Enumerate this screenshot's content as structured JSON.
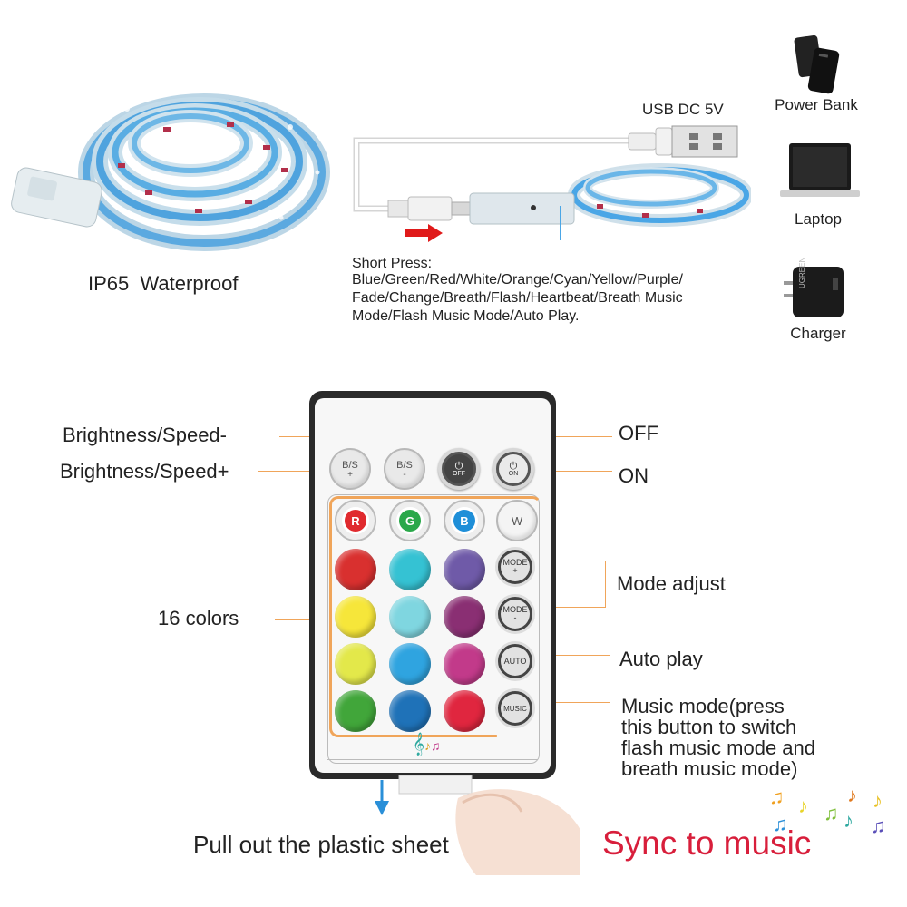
{
  "top": {
    "waterproof_label": "IP65  Waterproof",
    "usb_label": "USB DC 5V",
    "short_press_title": "Short Press:",
    "short_press_lines": [
      "Blue/Green/Red/White/Orange/Cyan/Yellow/Purple/",
      "Fade/Change/Breath/Flash/Heartbeat/Breath Music",
      "Mode/Flash Music Mode/Auto Play."
    ],
    "devices": [
      {
        "label": "Power Bank",
        "icon": "power-bank-icon"
      },
      {
        "label": "Laptop",
        "icon": "laptop-icon"
      },
      {
        "label": "Charger",
        "icon": "charger-icon"
      }
    ],
    "charger_brand": "UGREEN"
  },
  "remote": {
    "labels": {
      "brightness_minus": "Brightness/Speed-",
      "brightness_plus": "Brightness/Speed+",
      "off": "OFF",
      "on": "ON",
      "colors16": "16 colors",
      "mode_adjust": "Mode adjust",
      "auto_play": "Auto play",
      "music_mode_lines": [
        "Music mode(press",
        "this button to switch",
        "flash music mode and",
        "breath music mode)"
      ]
    },
    "buttons": {
      "bs_plus": "B/S",
      "bs_plus_sign": "+",
      "bs_minus": "B/S",
      "bs_minus_sign": "-",
      "off": "OFF",
      "on": "ON",
      "r": "R",
      "g": "G",
      "b": "B",
      "w": "W",
      "mode_plus": "MODE",
      "mode_plus_sign": "+",
      "mode_minus": "MODE",
      "mode_minus_sign": "-",
      "auto": "AUTO",
      "music": "MUSIC"
    },
    "color_grid": [
      [
        "#d9302f",
        "#35c2d3",
        "#6f5aa8"
      ],
      [
        "#f6e63a",
        "#7fd6e0",
        "#8a2f73"
      ],
      [
        "#e3e84a",
        "#2fa4e0",
        "#c23a8a"
      ],
      [
        "#41a63a",
        "#1f72b8",
        "#e0263f"
      ]
    ],
    "accent_orange": "#f0a55a"
  },
  "bottom": {
    "pull_label": "Pull out the plastic sheet",
    "sync_label": "Sync to music",
    "sync_color": "#d81e3b"
  }
}
